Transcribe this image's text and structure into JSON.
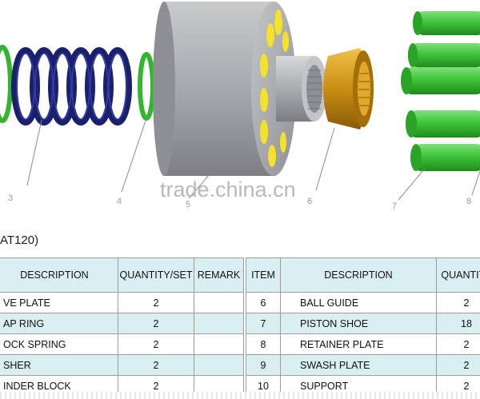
{
  "watermark": "trade.china.cn",
  "model": "AT120)",
  "callouts": [
    "3",
    "4",
    "5",
    "6",
    "7",
    "8"
  ],
  "table": {
    "header_left": [
      "DESCRIPTION",
      "QUANTITY/SET",
      "REMARK"
    ],
    "header_right": [
      "ITEM",
      "DESCRIPTION",
      "QUANTITY"
    ],
    "rows": [
      {
        "desc": "VE PLATE",
        "qty": "2",
        "remark": "",
        "item": "6",
        "desc2": "BALL GUIDE",
        "qty2": "2"
      },
      {
        "desc": "AP RING",
        "qty": "2",
        "remark": "",
        "item": "7",
        "desc2": "PISTON SHOE",
        "qty2": "18"
      },
      {
        "desc": "OCK SPRING",
        "qty": "2",
        "remark": "",
        "item": "8",
        "desc2": "RETAINER PLATE",
        "qty2": "2"
      },
      {
        "desc": "SHER",
        "qty": "2",
        "remark": "",
        "item": "9",
        "desc2": "SWASH PLATE",
        "qty2": "2"
      },
      {
        "desc": "INDER BLOCK",
        "qty": "2",
        "remark": "",
        "item": "10",
        "desc2": "SUPPORT",
        "qty2": "2"
      }
    ]
  },
  "colors": {
    "row_tint": "#d9eff2",
    "part_green": "#3ec43a",
    "spring_navy": "#1a1f6e",
    "cylinder_gray": "#a6a8ad",
    "hole_yellow": "#f3e12a",
    "guide_gold": "#c8900f"
  }
}
